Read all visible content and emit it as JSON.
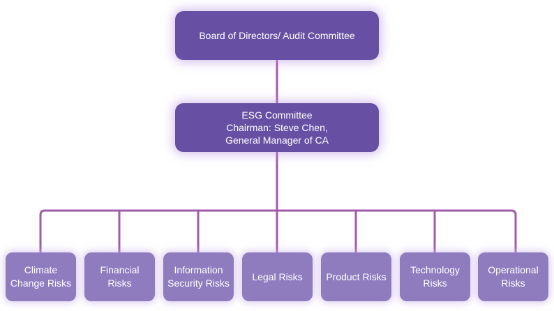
{
  "board": {
    "label": "Board of Directors/ Audit Committee"
  },
  "esg": {
    "lines": [
      "ESG Committee",
      "Chairman: Steve Chen,",
      "General Manager of CA"
    ]
  },
  "risks": [
    {
      "lines": [
        "Climate",
        "Change Risks"
      ]
    },
    {
      "lines": [
        "Financial",
        "Risks"
      ]
    },
    {
      "lines": [
        "Information",
        "Security Risks"
      ]
    },
    {
      "lines": [
        "Legal Risks"
      ]
    },
    {
      "lines": [
        "Product Risks"
      ]
    },
    {
      "lines": [
        "Technology",
        "Risks"
      ]
    },
    {
      "lines": [
        "Operational",
        "Risks"
      ]
    }
  ],
  "colors": {
    "box_dark": "#6750a4",
    "box_light": "#8f7cbf",
    "connector": "#a25aa8"
  }
}
